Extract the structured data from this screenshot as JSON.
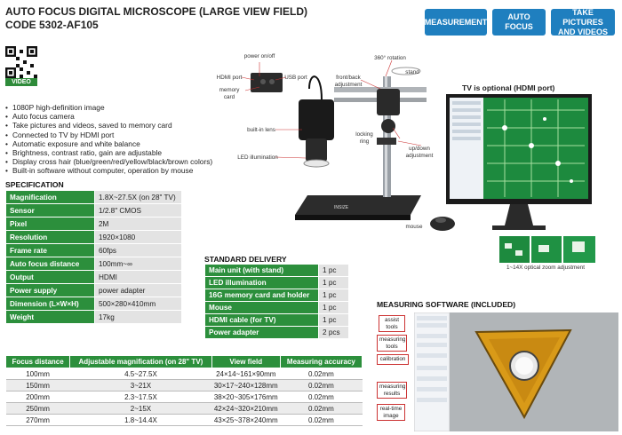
{
  "header": {
    "title_line1": "AUTO FOCUS DIGITAL MICROSCOPE (LARGE VIEW FIELD)",
    "title_line2": "CODE 5302-AF105",
    "buttons": [
      "MEASUREMENT",
      "AUTO FOCUS",
      "TAKE PICTURES AND VIDEOS"
    ]
  },
  "qr": {
    "label": "VIDEO"
  },
  "features": [
    "1080P high-definition image",
    "Auto focus camera",
    "Take pictures and videos, saved to memory card",
    "Connected to TV by HDMI port",
    "Automatic exposure and white balance",
    "Brightness, contrast ratio, gain are adjustable",
    "Display cross hair (blue/green/red/yellow/black/brown colors)",
    "Built-in software without computer, operation by mouse"
  ],
  "product_labels": {
    "power": "power on/off",
    "hdmi": "HDMI port",
    "usb": "USB port",
    "memory": "memory card",
    "rotation": "360° rotation",
    "stand": "stand",
    "frontback": "front/back adjustment",
    "lens": "built-in lens",
    "locking": "locking ring",
    "updown": "up/down adjustment",
    "led": "LED illumination",
    "mouse": "mouse",
    "tv_optional": "TV is optional (HDMI port)",
    "zoom": "1~14X optical zoom adjustment",
    "brand": "INSIZE"
  },
  "specification": {
    "heading": "SPECIFICATION",
    "rows": [
      [
        "Magnification",
        "1.8X~27.5X (on 28\" TV)"
      ],
      [
        "Sensor",
        "1/2.8\" CMOS"
      ],
      [
        "Pixel",
        "2M"
      ],
      [
        "Resolution",
        "1920×1080"
      ],
      [
        "Frame rate",
        "60fps"
      ],
      [
        "Auto focus distance",
        "100mm~∞"
      ],
      [
        "Output",
        "HDMI"
      ],
      [
        "Power supply",
        "power adapter"
      ],
      [
        "Dimension (L×W×H)",
        "500×280×410mm"
      ],
      [
        "Weight",
        "17kg"
      ]
    ]
  },
  "delivery": {
    "heading": "STANDARD DELIVERY",
    "rows": [
      [
        "Main unit (with stand)",
        "1 pc"
      ],
      [
        "LED illumination",
        "1 pc"
      ],
      [
        "16G memory card and holder",
        "1 pc"
      ],
      [
        "Mouse",
        "1 pc"
      ],
      [
        "HDMI cable (for TV)",
        "1 pc"
      ],
      [
        "Power adapter",
        "2 pcs"
      ]
    ]
  },
  "focus_table": {
    "headers": [
      "Focus distance",
      "Adjustable magnification (on 28\" TV)",
      "View field",
      "Measuring accuracy"
    ],
    "rows": [
      [
        "100mm",
        "4.5~27.5X",
        "24×14~161×90mm",
        "0.02mm"
      ],
      [
        "150mm",
        "3~21X",
        "30×17~240×128mm",
        "0.02mm"
      ],
      [
        "200mm",
        "2.3~17.5X",
        "38×20~305×176mm",
        "0.02mm"
      ],
      [
        "250mm",
        "2~15X",
        "42×24~320×210mm",
        "0.02mm"
      ],
      [
        "270mm",
        "1.8~14.4X",
        "43×25~378×240mm",
        "0.02mm"
      ]
    ]
  },
  "software": {
    "heading": "MEASURING SOFTWARE (INCLUDED)",
    "callouts": [
      "assist tools",
      "measuring tools",
      "calibration",
      "measuring results",
      "real-time image"
    ]
  }
}
